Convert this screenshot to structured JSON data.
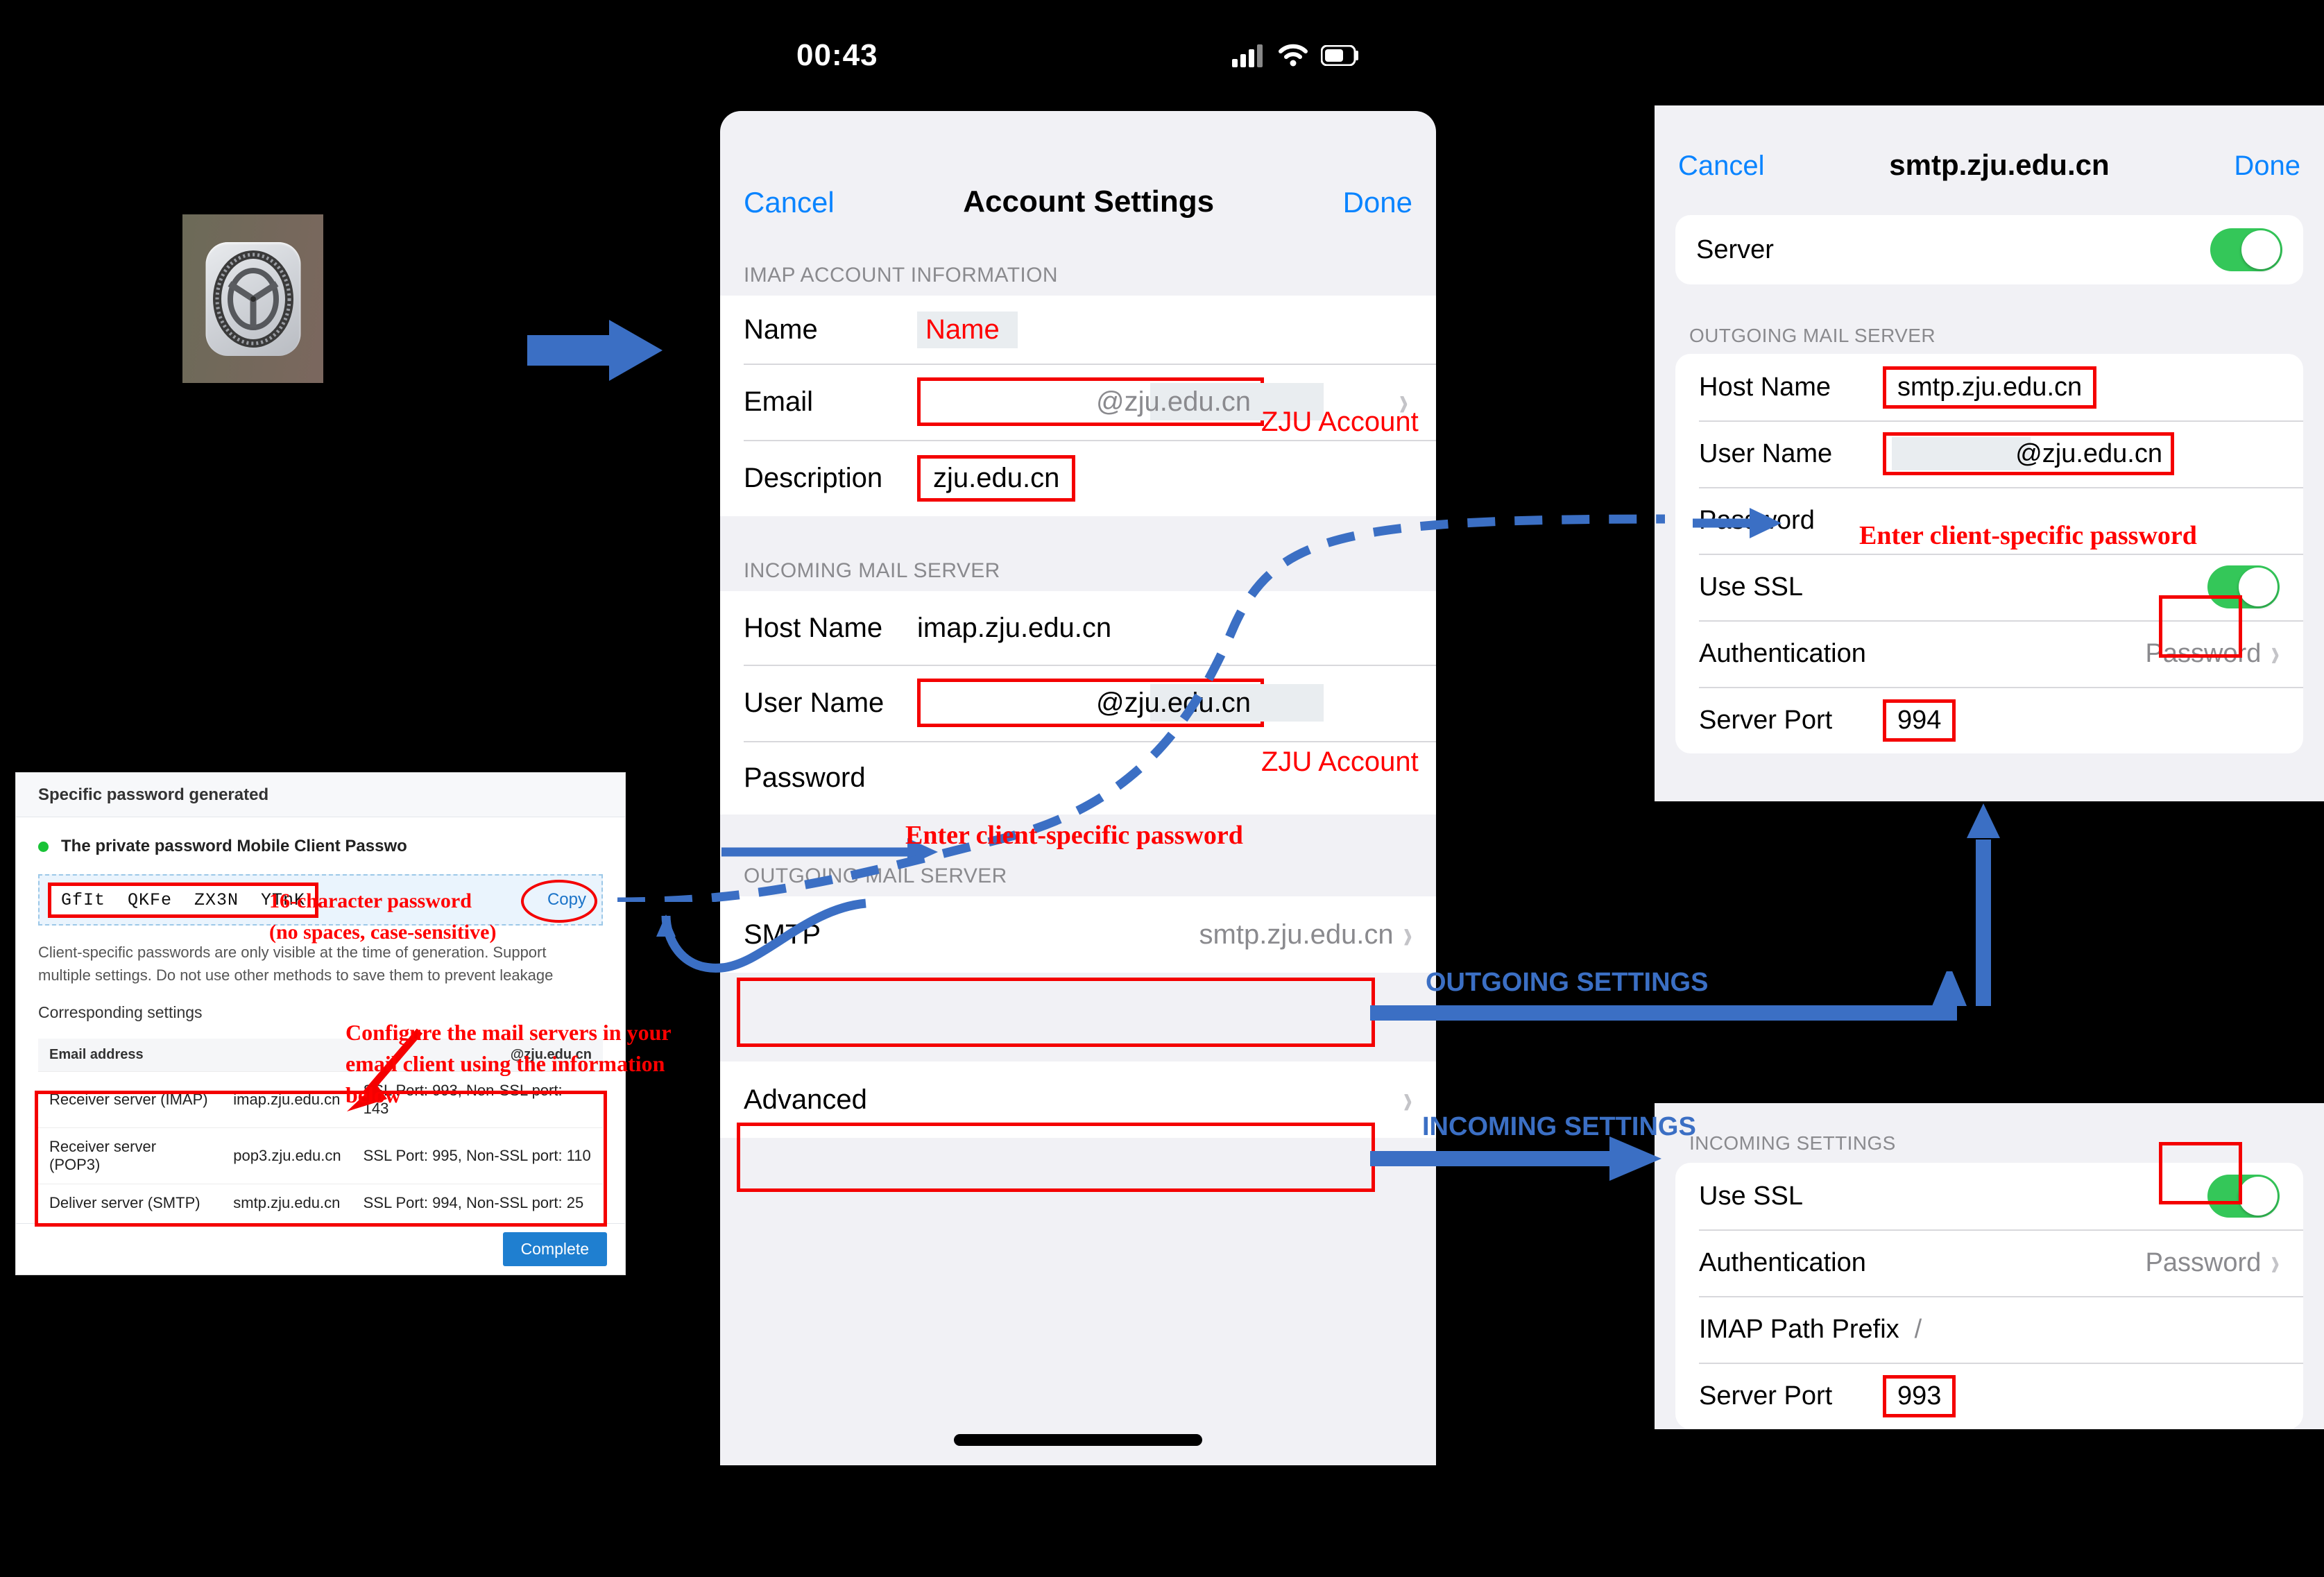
{
  "status_bar": {
    "time": "00:43",
    "signal_icon": "cellular-bars-icon",
    "wifi_icon": "wifi-icon",
    "battery_icon": "battery-icon"
  },
  "app_icon": {
    "name": "settings-gear-icon",
    "label": "Settings"
  },
  "phone": {
    "navbar": {
      "cancel": "Cancel",
      "title": "Account Settings",
      "done": "Done"
    },
    "section_imap": "IMAP ACCOUNT INFORMATION",
    "rows_imap": [
      {
        "label": "Name",
        "value": "Name"
      },
      {
        "label": "Email",
        "value": "@zju.edu.cn"
      },
      {
        "label": "Description",
        "value": "zju.edu.cn"
      }
    ],
    "section_incoming": "INCOMING MAIL SERVER",
    "rows_incoming": [
      {
        "label": "Host Name",
        "value": "imap.zju.edu.cn"
      },
      {
        "label": "User Name",
        "value": "@zju.edu.cn"
      },
      {
        "label": "Password",
        "value": ""
      }
    ],
    "section_outgoing": "OUTGOING MAIL SERVER",
    "row_smtp": {
      "label": "SMTP",
      "value": "smtp.zju.edu.cn",
      "chevron": "chevron-right-icon"
    },
    "row_advanced": {
      "label": "Advanced",
      "chevron": "chevron-right-icon"
    }
  },
  "smtp_panel": {
    "navbar": {
      "cancel": "Cancel",
      "title": "smtp.zju.edu.cn",
      "done": "Done"
    },
    "server_row": {
      "label": "Server",
      "toggle": "on"
    },
    "section": "OUTGOING MAIL SERVER",
    "rows": [
      {
        "label": "Host Name",
        "value": "smtp.zju.edu.cn"
      },
      {
        "label": "User Name",
        "value": "@zju.edu.cn"
      },
      {
        "label": "Password",
        "value": ""
      },
      {
        "label": "Use SSL",
        "value": "on"
      },
      {
        "label": "Authentication",
        "value": "Password"
      },
      {
        "label": "Server Port",
        "value": "994"
      }
    ]
  },
  "incoming_panel": {
    "section": "INCOMING SETTINGS",
    "rows": [
      {
        "label": "Use SSL",
        "value": "on"
      },
      {
        "label": "Authentication",
        "value": "Password"
      },
      {
        "label": "IMAP Path Prefix",
        "value": "/"
      },
      {
        "label": "Server Port",
        "value": "993"
      }
    ]
  },
  "web_dialog": {
    "header": "Specific password generated",
    "bullet": "The private password Mobile Client Passwo",
    "password": "GfIt  QKFe  ZX3N  YTnK",
    "copy": "Copy",
    "note": "Client-specific passwords are only visible at the time of generation. Support multiple settings. Do not use other methods to save them to prevent leakage",
    "subheading": "Corresponding settings",
    "table": {
      "headers": [
        "Email address",
        "@zju.edu.cn",
        ""
      ],
      "rows": [
        [
          "Receiver server (IMAP)",
          "imap.zju.edu.cn",
          "SSL Port: 993, Non-SSL port: 143"
        ],
        [
          "Receiver server (POP3)",
          "pop3.zju.edu.cn",
          "SSL Port: 995, Non-SSL port: 110"
        ],
        [
          "Deliver server (SMTP)",
          "smtp.zju.edu.cn",
          "SSL Port: 994, Non-SSL port: 25"
        ]
      ]
    },
    "complete": "Complete"
  },
  "annotations": {
    "pwd_len_line1": "16-character password",
    "pwd_len_line2": "(no spaces, case-sensitive)",
    "configure_line1": "Configure the mail servers in your",
    "configure_line2": "email client using the information",
    "configure_line3": "below",
    "zju_account_email": "ZJU Account",
    "zju_account_user": "ZJU Account",
    "enter_pwd_phone": "Enter client-specific password",
    "enter_pwd_smtp": "Enter client-specific password",
    "outgoing_settings": "OUTGOING SETTINGS",
    "incoming_settings": "INCOMING SETTINGS"
  },
  "colors": {
    "ios_blue": "#0a84ff",
    "annotation_red": "#ff0000",
    "annotation_blue": "#3b6fc4",
    "toggle_green": "#34c759",
    "highlight_box": "#f40000",
    "link_blue": "#1a73c8",
    "button_blue": "#1f7fd0"
  }
}
